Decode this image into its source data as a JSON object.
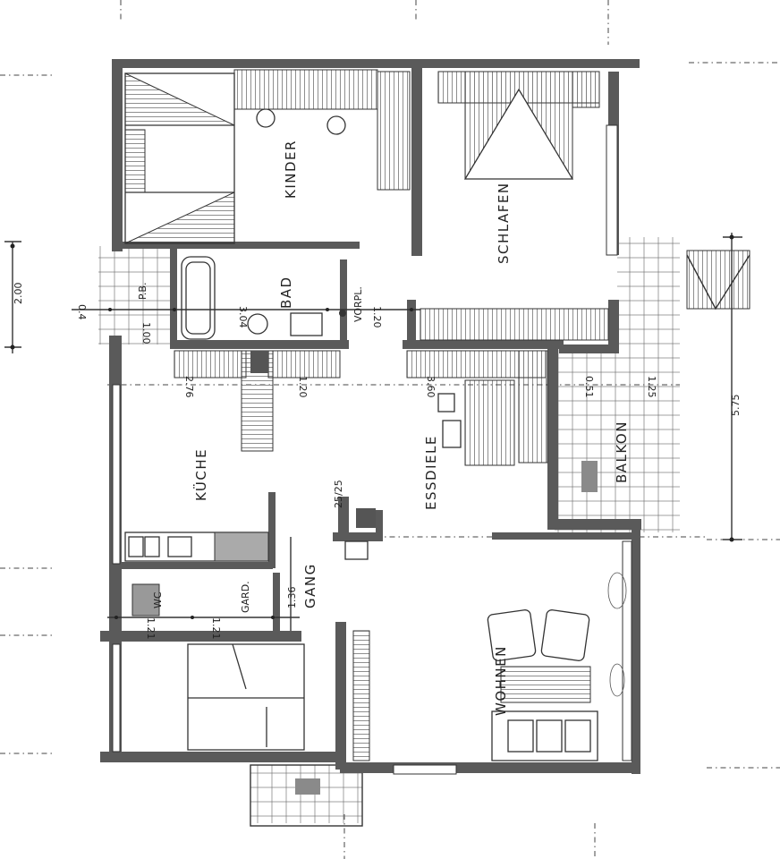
{
  "rooms": {
    "kinder": "KINDER",
    "schlafen": "SCHLAFEN",
    "bad": "BAD",
    "pb": "P.B.",
    "vorpl": "VORPL.",
    "kueche": "KÜCHE",
    "essdiele": "ESSDIELE",
    "balkon": "BALKON",
    "gang": "GANG",
    "wc": "WC",
    "gard": "GARD.",
    "wohnen": "WOHNEN"
  },
  "dimensions": {
    "left_outer": "2.00",
    "pb_width": "1.00",
    "bad_small": "0.4",
    "bad_width": "3.04",
    "vorpl_width": "1.20",
    "kueche_width": "2.76",
    "corr_1": "1.20",
    "essdiele_width": "3.60",
    "balkon_a": "0.51",
    "balkon_b": "1.25",
    "right_outer": "5.75",
    "gang_width": "1.36",
    "wc_width": "1.21",
    "gard_width": "1.21",
    "stair_label": "25/25"
  }
}
